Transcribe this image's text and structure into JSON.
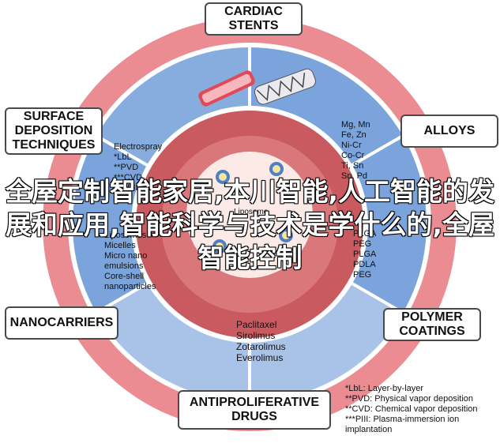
{
  "segments": {
    "top": "CARDIAC STENTS",
    "upper_left": "SURFACE DEPOSITION TECHNIQUES",
    "upper_right": "ALLOYS",
    "lower_left": "NANOCARRIERS",
    "lower_right": "POLYMER COATINGS",
    "bottom": "ANTIPROLIFERATIVE DRUGS"
  },
  "lists": {
    "deposition": [
      "Electrospray",
      "*LbL",
      "**PVD",
      "***CVD",
      "****PIII"
    ],
    "alloys": [
      "Mg, Mn",
      "Fe, Zn",
      "Ni-Cr",
      "Co-Cr",
      "Ti, Sn",
      "Sn, Pd"
    ],
    "nanocarriers": [
      "Liposomes",
      "Micelles",
      "Micro nano",
      "emulsions",
      "Core-shell",
      "nanoparticles"
    ],
    "polymers": [
      "PLGA",
      "PEG",
      "PLGA",
      "PDLA",
      "PEG"
    ],
    "drugs": [
      "Paclitaxel",
      "Sirolimus",
      "Zotarolimus",
      "Everolimus"
    ],
    "center_liposome": "Liposome"
  },
  "legend": [
    "*LbL: Layer-by-layer",
    "**PVD: Physical vapor deposition",
    "**CVD: Chemical vapor deposition",
    "***PIII: Plasma-immersion ion",
    "implantation"
  ],
  "overlay_text": "全屋定制智能家居,本川智能,人工智能的发展和应用,智能科学与技术是学什么的,全屋智能控制",
  "colors": {
    "outer_ring": "#e8828a",
    "inner_blue": "#6d9bd6",
    "vessel": "#c9585e",
    "lumen": "#fbe9e4",
    "white_ring": "#ffffff"
  }
}
